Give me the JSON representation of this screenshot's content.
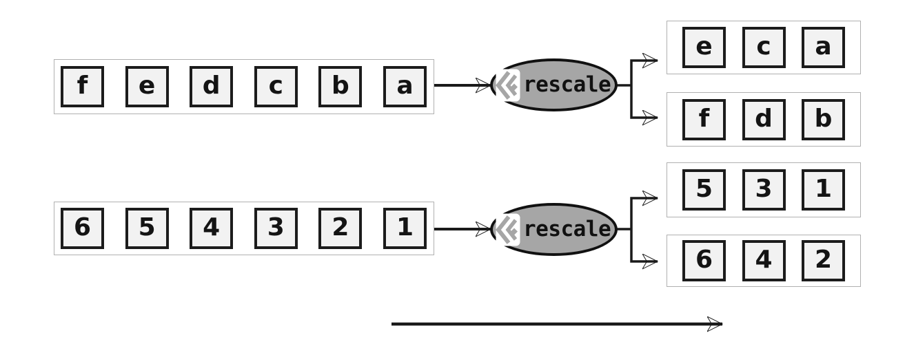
{
  "diagram": {
    "node_label": "rescale",
    "node_icon": "double-chevron-left-diamond-icon",
    "rows": [
      {
        "input": [
          "f",
          "e",
          "d",
          "c",
          "b",
          "a"
        ],
        "output_top": [
          "e",
          "c",
          "a"
        ],
        "output_bottom": [
          "f",
          "d",
          "b"
        ]
      },
      {
        "input": [
          "6",
          "5",
          "4",
          "3",
          "2",
          "1"
        ],
        "output_top": [
          "5",
          "3",
          "1"
        ],
        "output_bottom": [
          "6",
          "4",
          "2"
        ]
      }
    ],
    "colors": {
      "node_fill": "#a6a6a6",
      "node_border": "#111111",
      "box_fill": "#f2f2f2",
      "box_border": "#1c1c1c",
      "container_border": "#b0b0b0",
      "arrow": "#1a1a1a",
      "background": "#ffffff"
    }
  }
}
